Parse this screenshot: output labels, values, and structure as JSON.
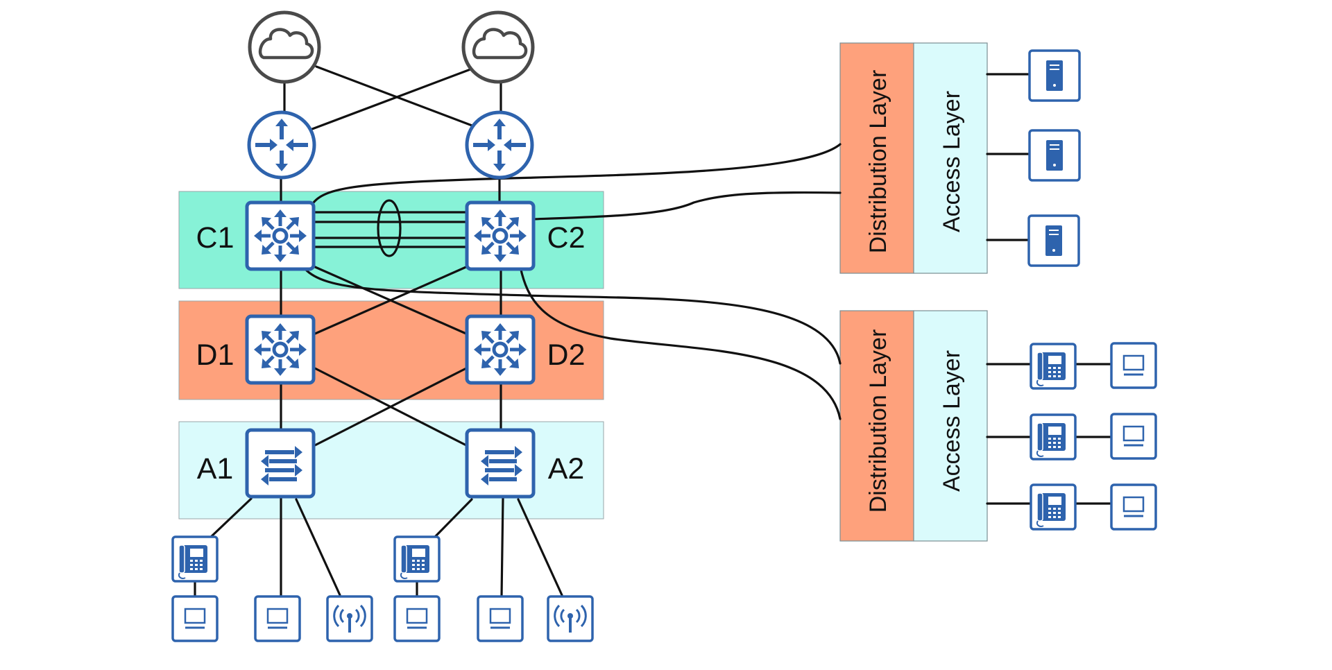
{
  "colors": {
    "core_band": "#87f2d7",
    "distribution_band": "#fea17c",
    "access_band": "#dafbfc",
    "icon_blue": "#2e63ad",
    "cloud_gray": "#4a4a4a",
    "line": "#111111"
  },
  "tiers": {
    "core": {
      "left_label": "C1",
      "right_label": "C2"
    },
    "distribution": {
      "left_label": "D1",
      "right_label": "D2"
    },
    "access": {
      "left_label": "A1",
      "right_label": "A2"
    }
  },
  "blocks": {
    "upper": {
      "distribution_label": "Distribution Layer",
      "access_label": "Access Layer"
    },
    "lower": {
      "distribution_label": "Distribution Layer",
      "access_label": "Access Layer"
    }
  },
  "icons": {
    "cloud": "cloud-icon",
    "router": "router-icon",
    "multilayer_switch": "multilayer-switch-icon",
    "access_switch": "switch-icon",
    "ip_phone": "ip-phone-icon",
    "pc": "pc-icon",
    "wireless_ap": "wireless-ap-icon",
    "server": "server-icon"
  }
}
